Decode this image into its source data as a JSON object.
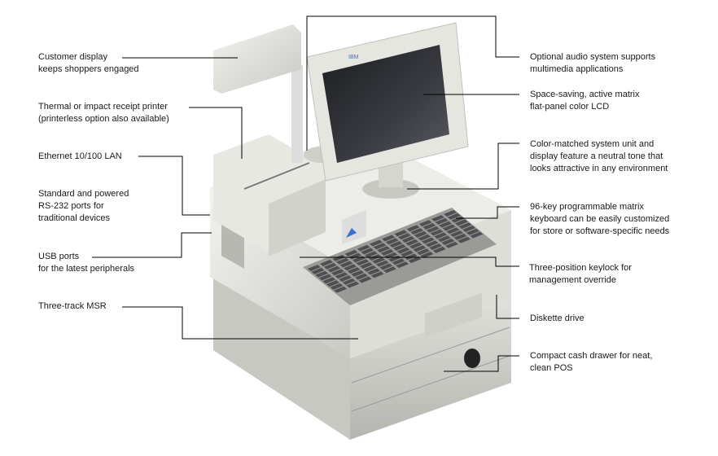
{
  "left_callouts": [
    {
      "id": "customer-display",
      "lines": [
        "Customer display",
        "keeps shoppers engaged"
      ]
    },
    {
      "id": "receipt-printer",
      "lines": [
        "Thermal or impact receipt printer",
        "(printerless option also available)"
      ]
    },
    {
      "id": "ethernet",
      "lines": [
        "Ethernet 10/100 LAN"
      ]
    },
    {
      "id": "rs232",
      "lines": [
        "Standard and powered",
        "RS-232 ports for",
        "traditional devices"
      ]
    },
    {
      "id": "usb",
      "lines": [
        "USB ports",
        "for the latest peripherals"
      ]
    },
    {
      "id": "msr",
      "lines": [
        "Three-track MSR"
      ]
    }
  ],
  "right_callouts": [
    {
      "id": "audio",
      "lines": [
        "Optional audio system supports",
        "multimedia applications"
      ]
    },
    {
      "id": "lcd",
      "lines": [
        "Space-saving, active matrix",
        "flat-panel color LCD"
      ]
    },
    {
      "id": "color-matched",
      "lines": [
        "Color-matched system unit and",
        "display feature a neutral tone that",
        "looks attractive in any environment"
      ]
    },
    {
      "id": "keyboard",
      "lines": [
        "96-key programmable matrix",
        "keyboard can be easily customized",
        "for store or software-specific needs"
      ]
    },
    {
      "id": "keylock",
      "lines": [
        "Three-position keylock for",
        "management override"
      ]
    },
    {
      "id": "diskette",
      "lines": [
        "Diskette drive"
      ]
    },
    {
      "id": "cash-drawer",
      "lines": [
        "Compact cash drawer for neat,",
        "clean POS"
      ]
    }
  ],
  "device": {
    "brand": "IBM"
  },
  "colors": {
    "body": "#e4e4df",
    "shadow": "#bdbdb8",
    "screen": "#2a2c30",
    "line": "#000000",
    "accent": "#3a6fd0"
  }
}
